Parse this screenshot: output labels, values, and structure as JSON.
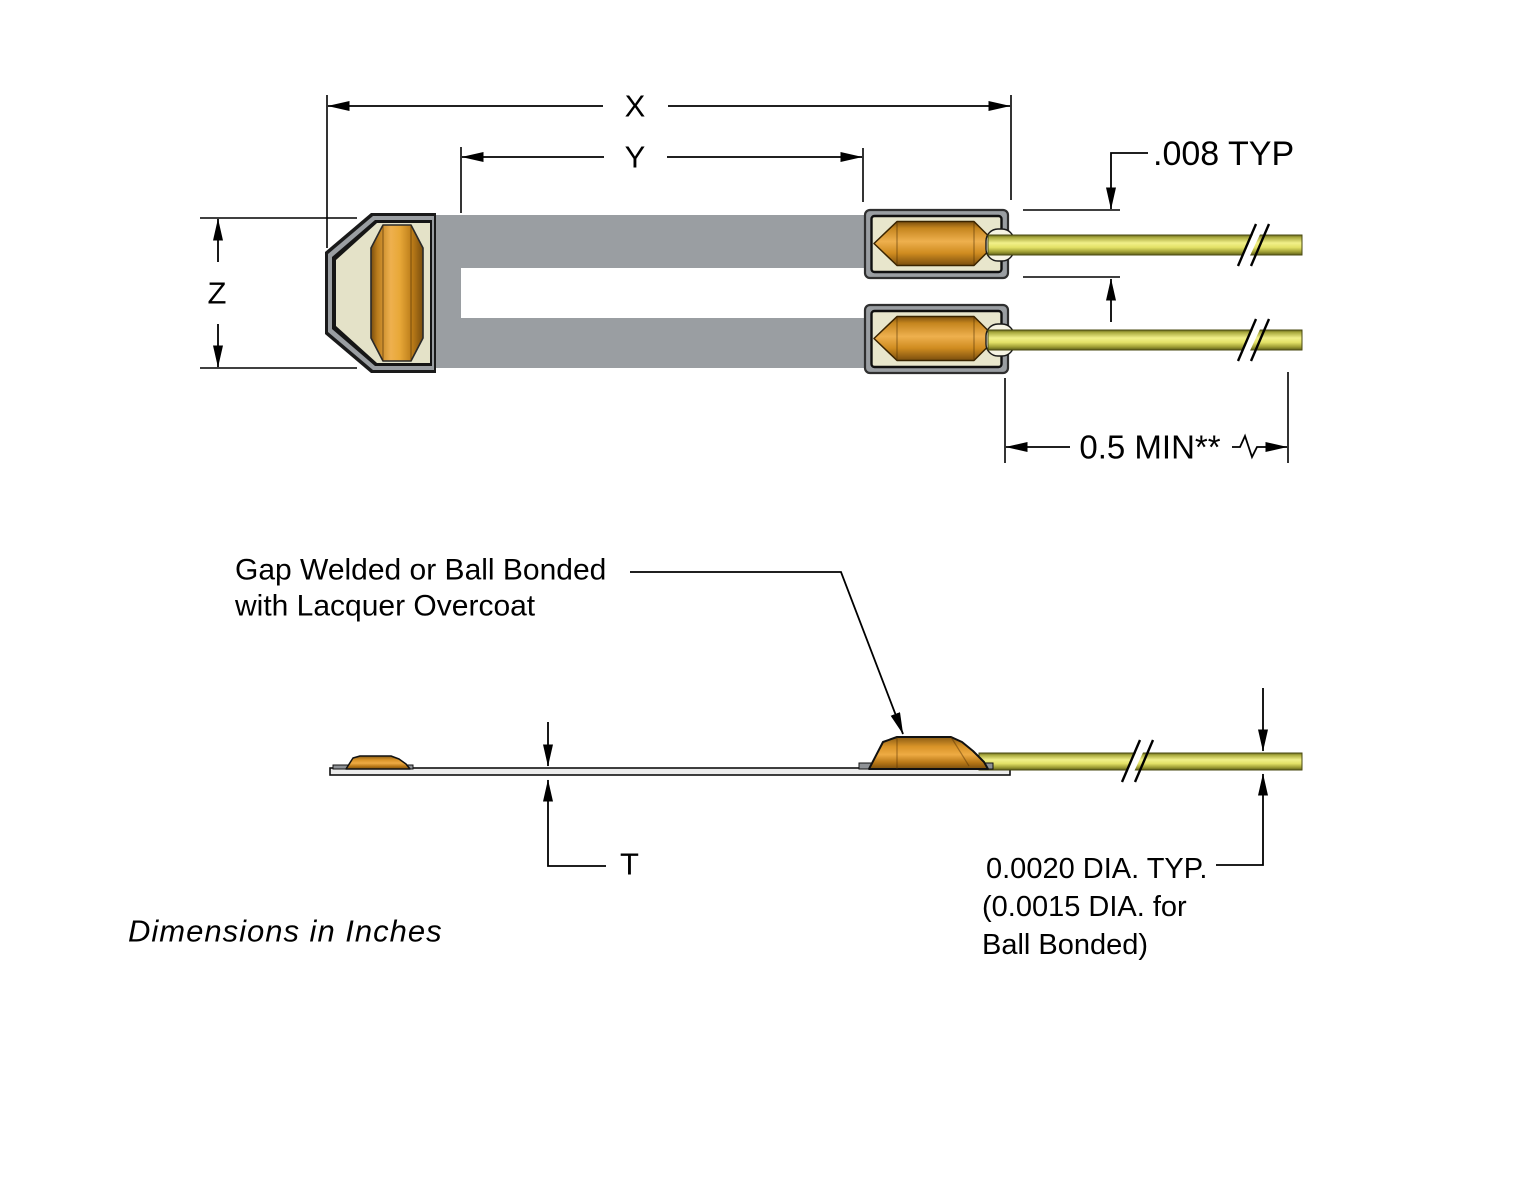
{
  "diagram": {
    "dimension_labels": {
      "x": "X",
      "y": "Y",
      "z": "Z",
      "t": "T"
    },
    "annotations": {
      "pad_typ": ".008 TYP",
      "lead_min": "0.5 MIN**",
      "weld_note_line1": "Gap Welded or Ball Bonded",
      "weld_note_line2": "with Lacquer Overcoat",
      "wire_dia_line1": "0.0020 DIA. TYP.",
      "wire_dia_line2": "(0.0015 DIA. for",
      "wire_dia_line3": "Ball Bonded)",
      "units_note": "Dimensions in Inches"
    },
    "colors": {
      "substrate_gray": "#9a9ea2",
      "pad_cream": "#e8e6cc",
      "tip_cream": "#e4e2c8",
      "bond_gold": "#eeac42",
      "bond_gold_dark": "#7a4e0e",
      "wire_yellow": "#f1f08a",
      "wire_olive": "#63631c",
      "outline": "#000000"
    }
  }
}
